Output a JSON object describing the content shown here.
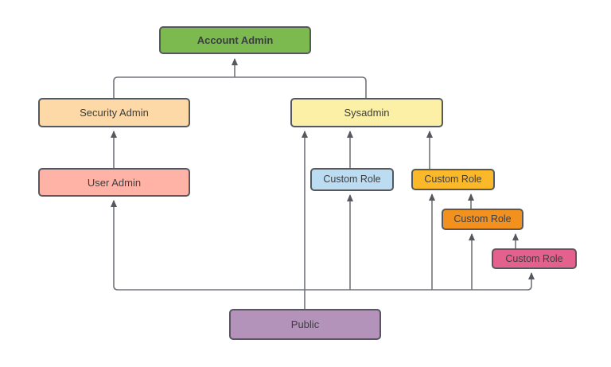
{
  "diagram": {
    "type": "role-hierarchy-flowchart",
    "nodes": {
      "account_admin": {
        "label": "Account Admin",
        "fill": "#7cba50"
      },
      "security_admin": {
        "label": "Security Admin",
        "fill": "#fcd9a6"
      },
      "sysadmin": {
        "label": "Sysadmin",
        "fill": "#fcf0a6"
      },
      "user_admin": {
        "label": "User Admin",
        "fill": "#ffb3a6"
      },
      "custom_role_blue": {
        "label": "Custom Role",
        "fill": "#bcdcf2"
      },
      "custom_role_amber": {
        "label": "Custom Role",
        "fill": "#fbb829"
      },
      "custom_role_orange": {
        "label": "Custom Role",
        "fill": "#f2911e"
      },
      "custom_role_pink": {
        "label": "Custom Role",
        "fill": "#e3618c"
      },
      "public": {
        "label": "Public",
        "fill": "#b393b9"
      }
    },
    "edges": [
      {
        "from": "security_admin",
        "to": "account_admin"
      },
      {
        "from": "sysadmin",
        "to": "account_admin"
      },
      {
        "from": "user_admin",
        "to": "security_admin"
      },
      {
        "from": "custom_role_blue",
        "to": "sysadmin"
      },
      {
        "from": "custom_role_amber",
        "to": "sysadmin"
      },
      {
        "from": "custom_role_orange",
        "to": "custom_role_amber"
      },
      {
        "from": "custom_role_pink",
        "to": "custom_role_orange"
      },
      {
        "from": "public",
        "to": "sysadmin"
      },
      {
        "from": "public",
        "to": "user_admin"
      },
      {
        "from": "public",
        "to": "custom_role_blue"
      },
      {
        "from": "public",
        "to": "custom_role_amber"
      },
      {
        "from": "public",
        "to": "custom_role_orange"
      },
      {
        "from": "public",
        "to": "custom_role_pink"
      }
    ],
    "colors": {
      "background": "#ffffff",
      "connector": "#71757a",
      "arrowhead": "#55595e",
      "node_border": "#55585c",
      "text": "#3b3e42"
    }
  }
}
